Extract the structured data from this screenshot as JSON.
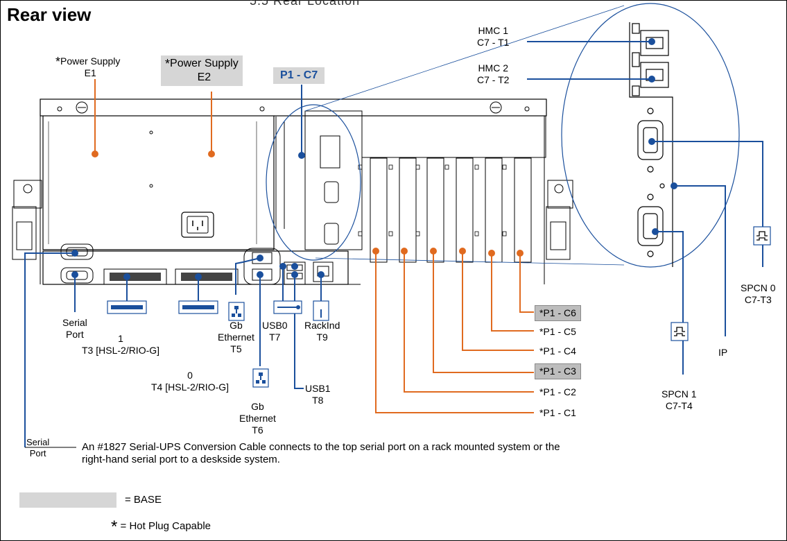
{
  "title": "Rear view",
  "cutoff_text": "5.5 Rear Location",
  "power_supplies": {
    "e1": "Power Supply\nE1",
    "e2": "Power Supply\nE2"
  },
  "card_label": "P1 - C7",
  "hmc": {
    "t1": "HMC 1\nC7 - T1",
    "t2": "HMC 2\nC7 - T2"
  },
  "spcn": {
    "t3": "SPCN 0\nC7-T3",
    "t4": "SPCN 1\nC7-T4"
  },
  "ip": "IP",
  "ports": {
    "serial": "Serial\nPort",
    "t3": "1\nT3 [HSL-2/RIO-G]",
    "t4": "0\nT4 [HSL-2/RIO-G]",
    "t5": "Gb\nEthernet\nT5",
    "t6": "Gb\nEthernet\nT6",
    "t7": "USB0\nT7",
    "t8": "USB1\nT8",
    "t9": "RackInd\nT9"
  },
  "slots": {
    "c6": "P1 - C6",
    "c5": "P1 - C5",
    "c4": "P1 - C4",
    "c3": "P1 - C3",
    "c2": "P1 - C2",
    "c1": "P1 - C1"
  },
  "star": "*",
  "note": {
    "label": "Serial\nPort",
    "text": "An #1827 Serial-UPS Conversion Cable connects to the top serial port on a rack mounted system or the\nright-hand serial port to a deskside system."
  },
  "legend": {
    "base": "= BASE",
    "hot": "= Hot Plug Capable"
  },
  "colors": {
    "blue": "#1a4f9c",
    "orange": "#e06a1f",
    "base_gray": "#d6d6d6"
  }
}
